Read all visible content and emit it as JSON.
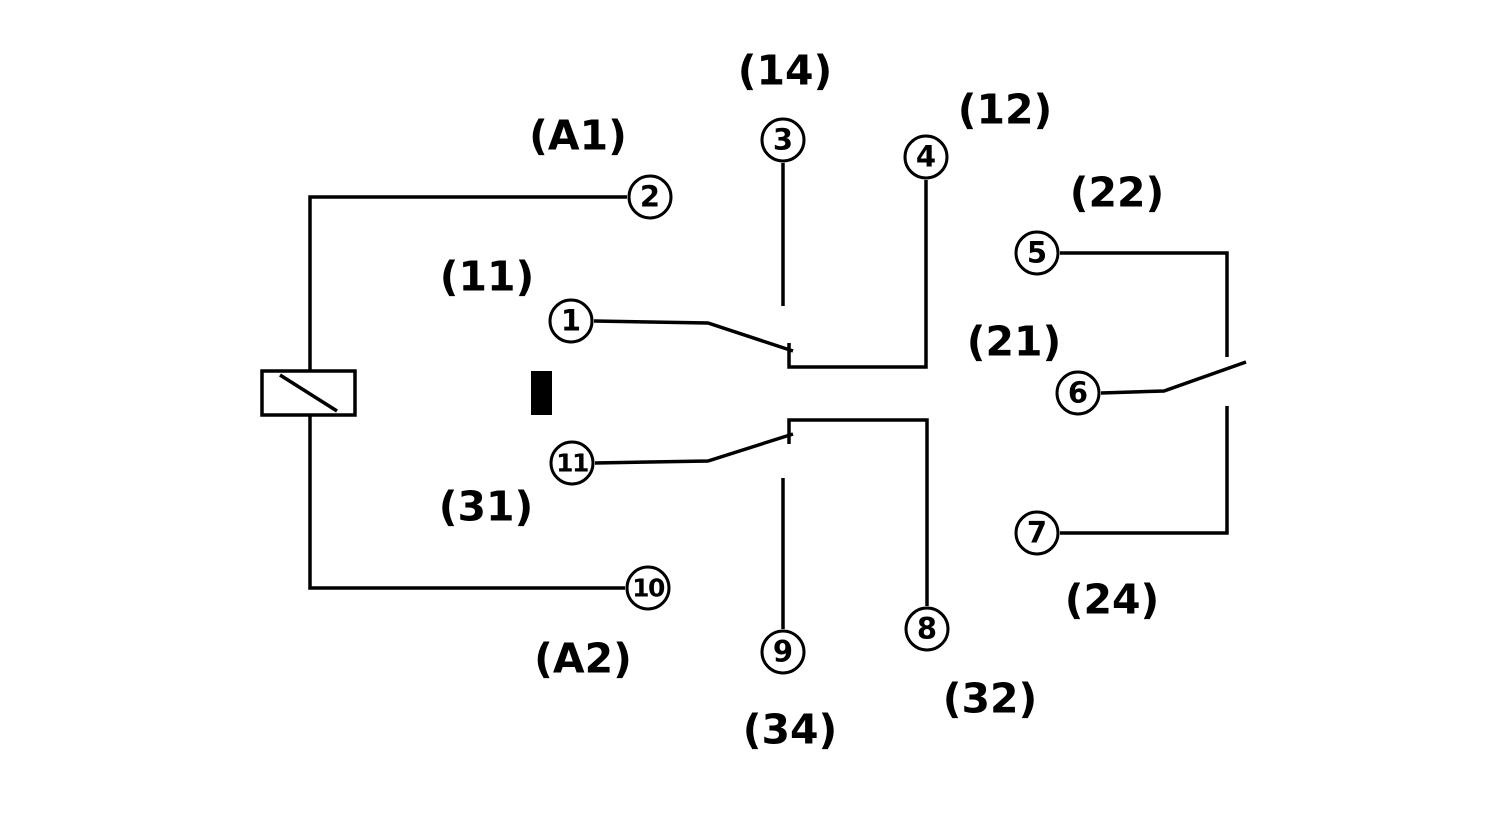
{
  "page": {
    "background_color": "#ffffff",
    "line_color": "#000000",
    "diagram_type": "relay contact and coil pin-assignment schematic"
  },
  "symbols": {
    "coil": "relay-coil-box-with-diagonal",
    "mechanical_link": "solid-black-bar"
  },
  "diagram": {
    "terminals": {
      "t1": {
        "number": "1",
        "label": "(11)"
      },
      "t2": {
        "number": "2",
        "label": "(A1)"
      },
      "t3": {
        "number": "3",
        "label": "(14)"
      },
      "t4": {
        "number": "4",
        "label": "(12)"
      },
      "t5": {
        "number": "5",
        "label": "(22)"
      },
      "t6": {
        "number": "6",
        "label": "(21)"
      },
      "t7": {
        "number": "7",
        "label": "(24)"
      },
      "t8": {
        "number": "8",
        "label": "(32)"
      },
      "t9": {
        "number": "9",
        "label": "(34)"
      },
      "t10": {
        "number": "10",
        "label": "(A2)"
      },
      "t11": {
        "number": "11",
        "label": "(31)"
      }
    }
  }
}
